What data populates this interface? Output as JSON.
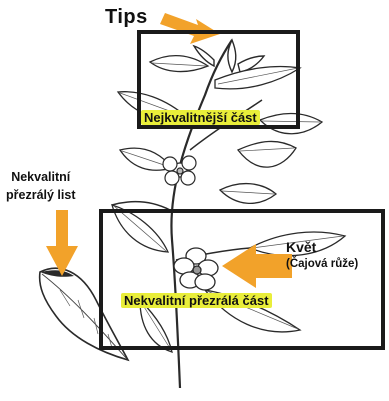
{
  "labels": {
    "tips": "Tips",
    "best_part": "Nejkvalitnější část",
    "overripe_leaf_line1": "Nekvalitní",
    "overripe_leaf_line2": "přezrálý list",
    "flower_line1": "Květ",
    "flower_line2": "(Čajová růže)",
    "overripe_part": "Nekvalitní přezrálá část"
  },
  "colors": {
    "arrow": "#f2a22a",
    "highlight": "#e9ee3a",
    "frame": "#1a1a1a",
    "ink": "#2a2a2a"
  }
}
